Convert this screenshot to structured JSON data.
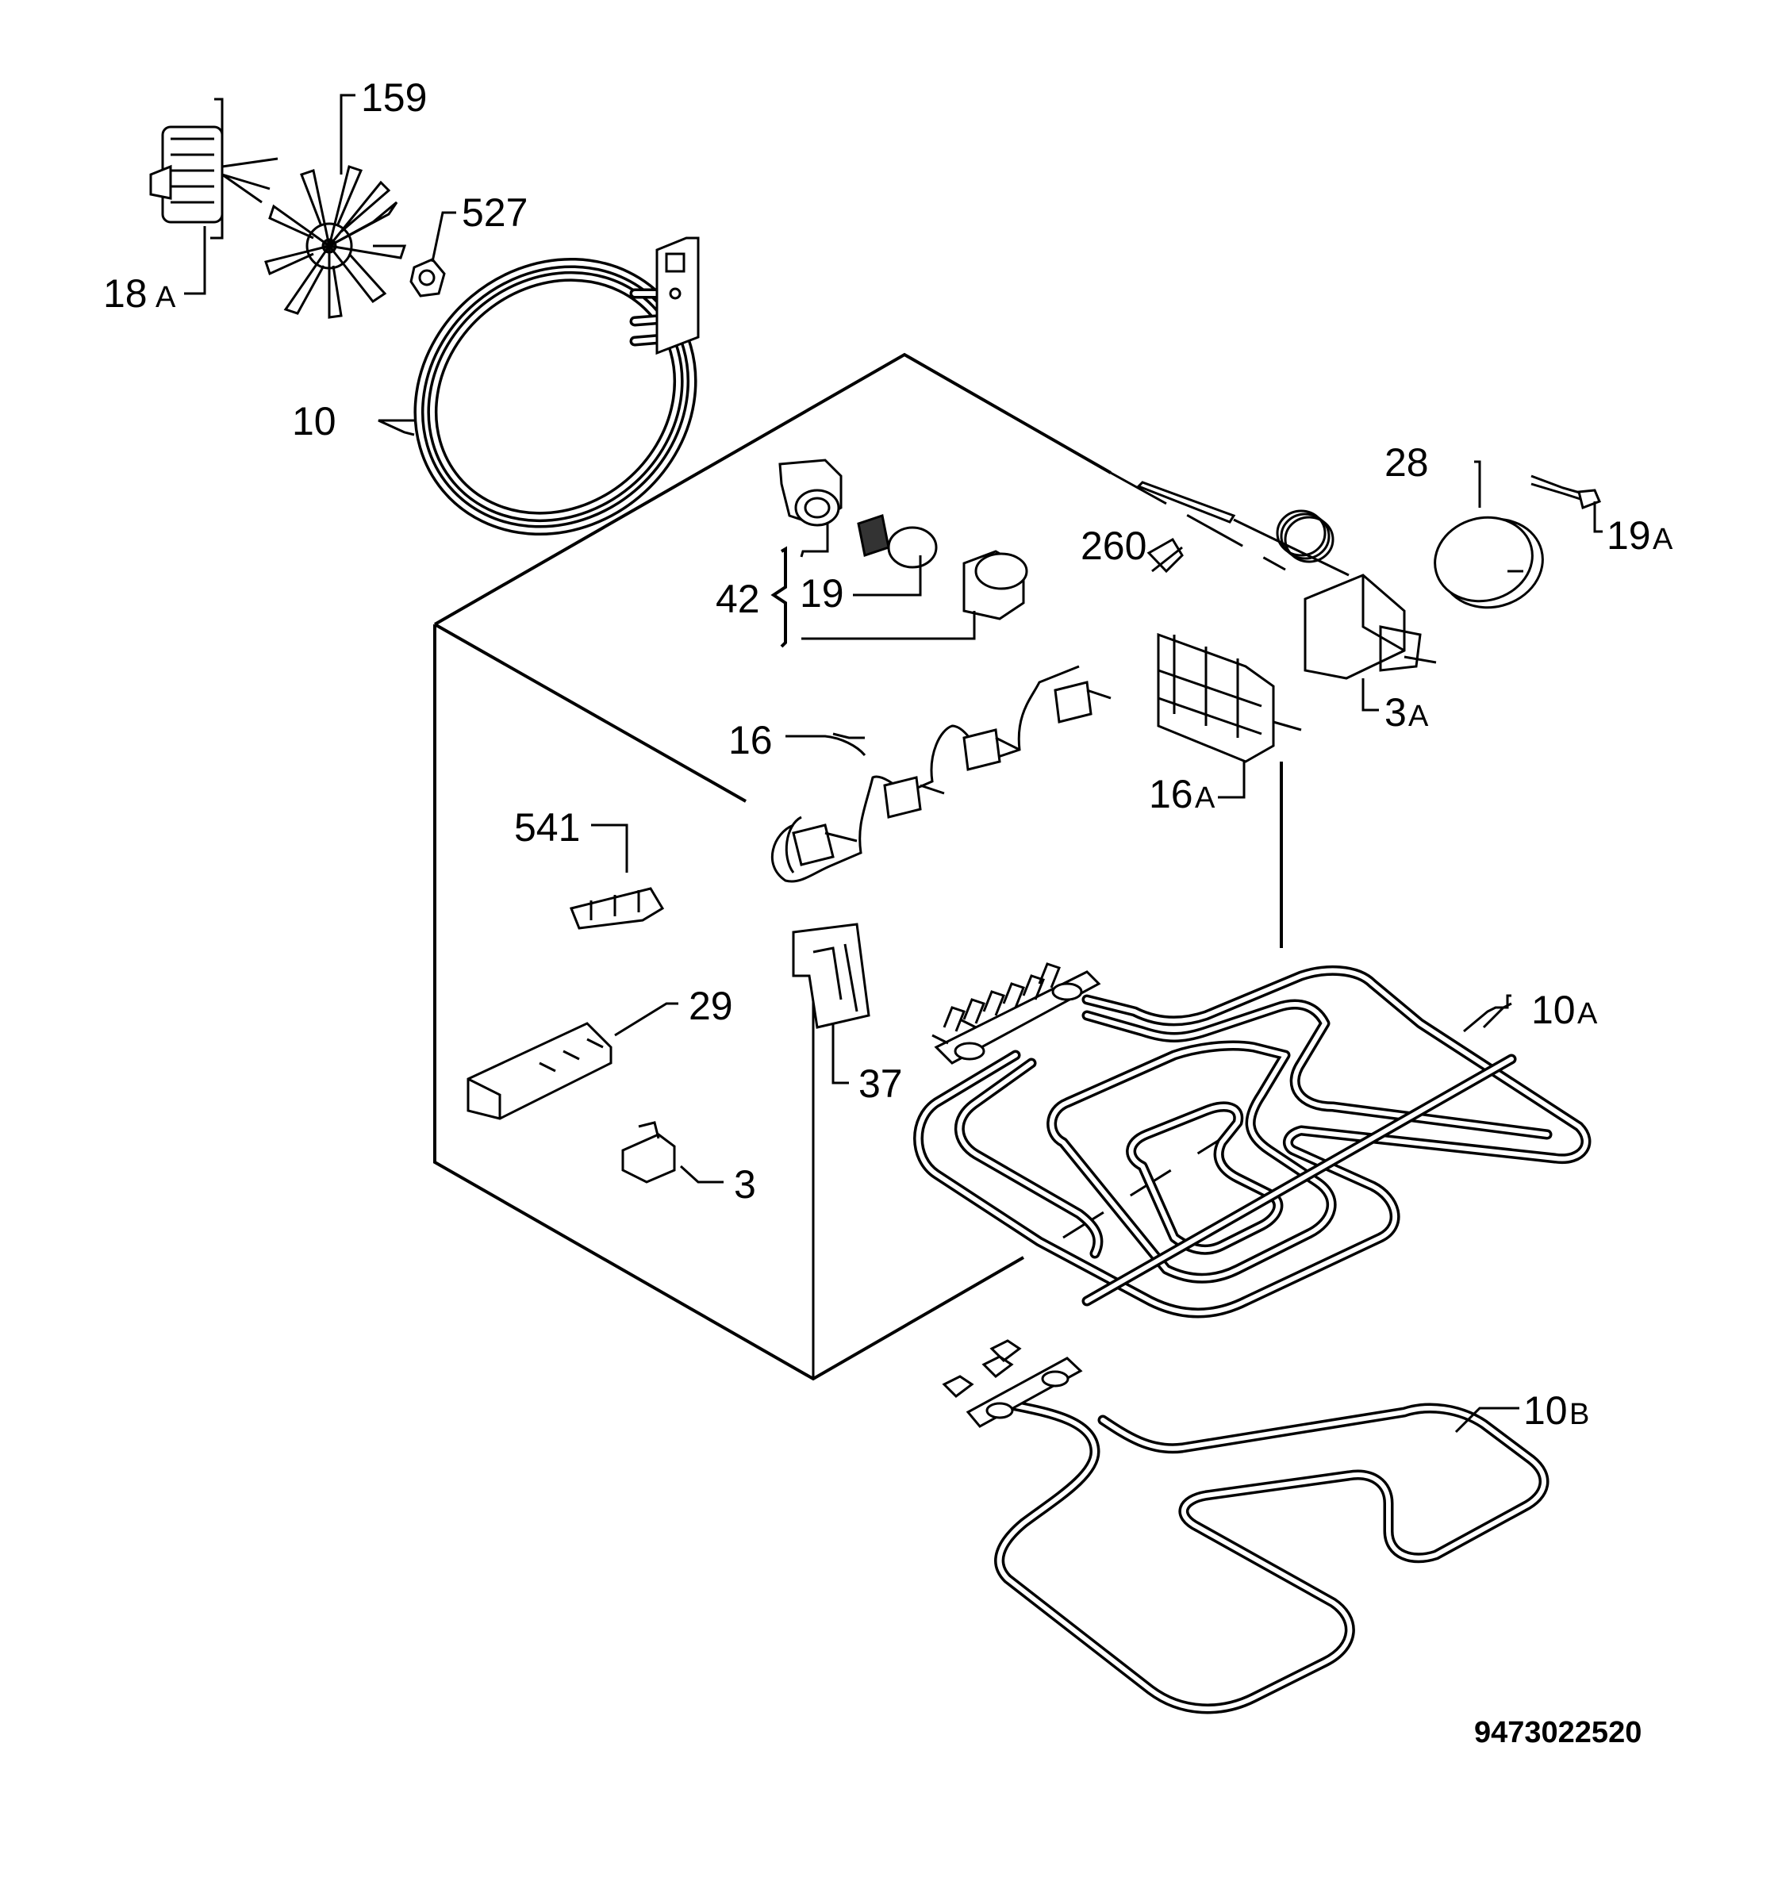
{
  "labels": {
    "p159": "159",
    "p527": "527",
    "p18A": "18",
    "p18A_suffix": "A",
    "p10": "10",
    "p28": "28",
    "p19A": "19",
    "p19A_suffix": "A",
    "p260": "260",
    "p42": "42",
    "p19": "19",
    "p3A": "3",
    "p3A_suffix": "A",
    "p16": "16",
    "p16A": "16",
    "p16A_suffix": "A",
    "p541": "541",
    "p29": "29",
    "p37": "37",
    "p3": "3",
    "p10A": "10",
    "p10A_suffix": "A",
    "p10B": "10",
    "p10B_suffix": "B"
  },
  "document_number": "9473022520"
}
